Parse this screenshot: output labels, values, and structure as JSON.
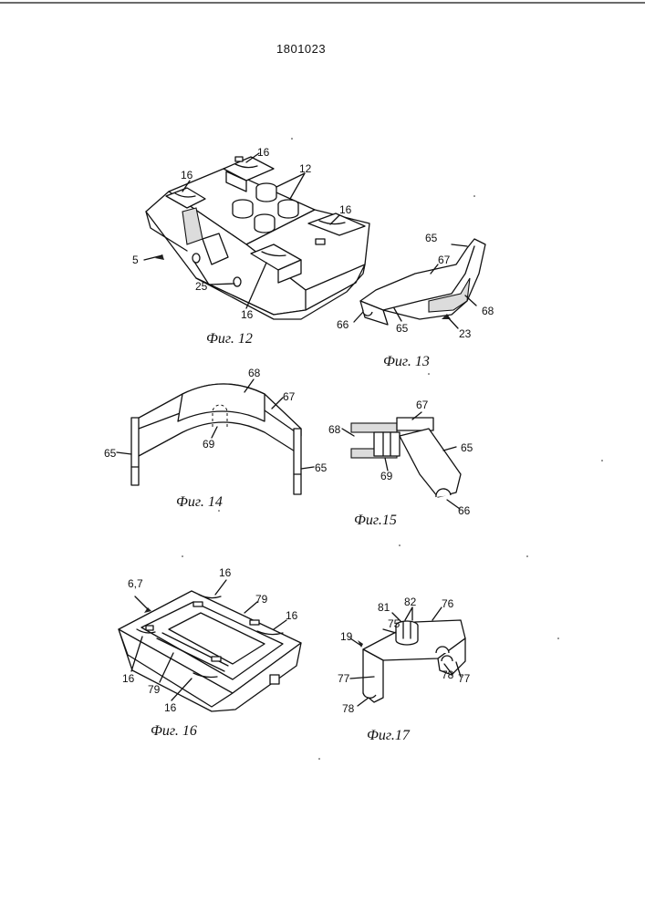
{
  "document": {
    "number": "1801023"
  },
  "figures": [
    {
      "id": "fig12",
      "caption": "Фиг. 12",
      "labels": [
        "16",
        "16",
        "12",
        "16",
        "5",
        "25",
        "16"
      ]
    },
    {
      "id": "fig13",
      "caption": "Фиг. 13",
      "labels": [
        "65",
        "67",
        "66",
        "65",
        "68",
        "23"
      ]
    },
    {
      "id": "fig14",
      "caption": "Фиг. 14",
      "labels": [
        "68",
        "67",
        "69",
        "65",
        "65"
      ]
    },
    {
      "id": "fig15",
      "caption": "Фиг.15",
      "labels": [
        "67",
        "68",
        "65",
        "69",
        "66"
      ]
    },
    {
      "id": "fig16",
      "caption": "Фиг. 16",
      "labels": [
        "6,7",
        "16",
        "79",
        "16",
        "16",
        "79",
        "16"
      ]
    },
    {
      "id": "fig17",
      "caption": "Фиг.17",
      "labels": [
        "81",
        "82",
        "76",
        "75",
        "19",
        "77",
        "78",
        "77",
        "78"
      ]
    }
  ]
}
